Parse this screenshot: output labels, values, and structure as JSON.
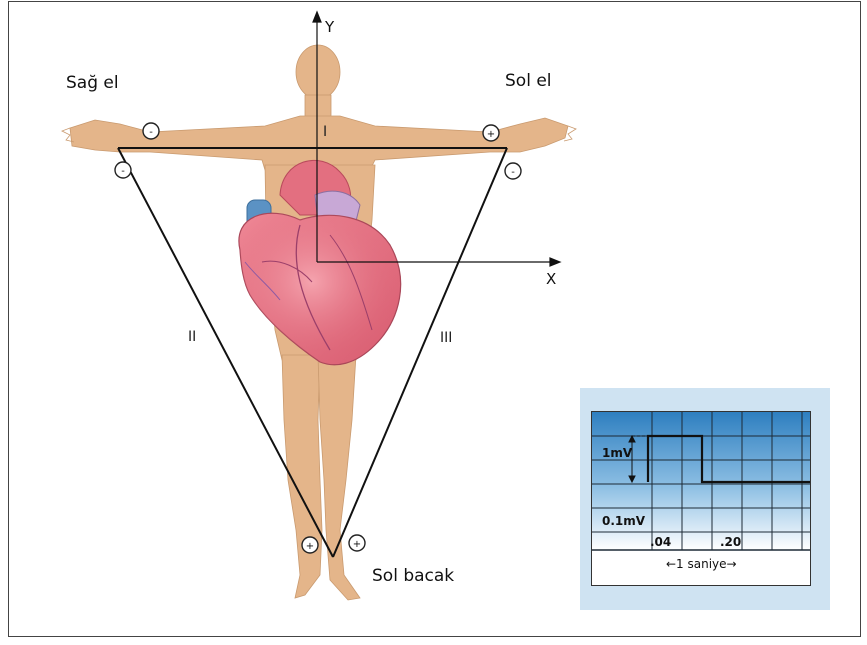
{
  "labels": {
    "right_hand": "Sağ el",
    "left_hand": "Sol el",
    "left_leg": "Sol bacak",
    "lead_1": "I",
    "lead_2": "II",
    "lead_3": "III",
    "axis_x": "X",
    "axis_y": "Y"
  },
  "calibration": {
    "amplitude_label": "1mV",
    "small_division_label": "0.1mV",
    "time_small_label": ".04",
    "time_large_label": ".20",
    "duration_label": "←1 saniye→"
  },
  "colors": {
    "skin": "#e4b58a",
    "heart": "#e06d7e",
    "vessel_blue": "#5b92c4",
    "grid_gradient_top": "#2e7fc0",
    "card_bg": "#cfe3f2"
  },
  "icons": {
    "electrode": "electrode-icon",
    "heart": "heart-illustration",
    "body": "human-body-silhouette"
  }
}
